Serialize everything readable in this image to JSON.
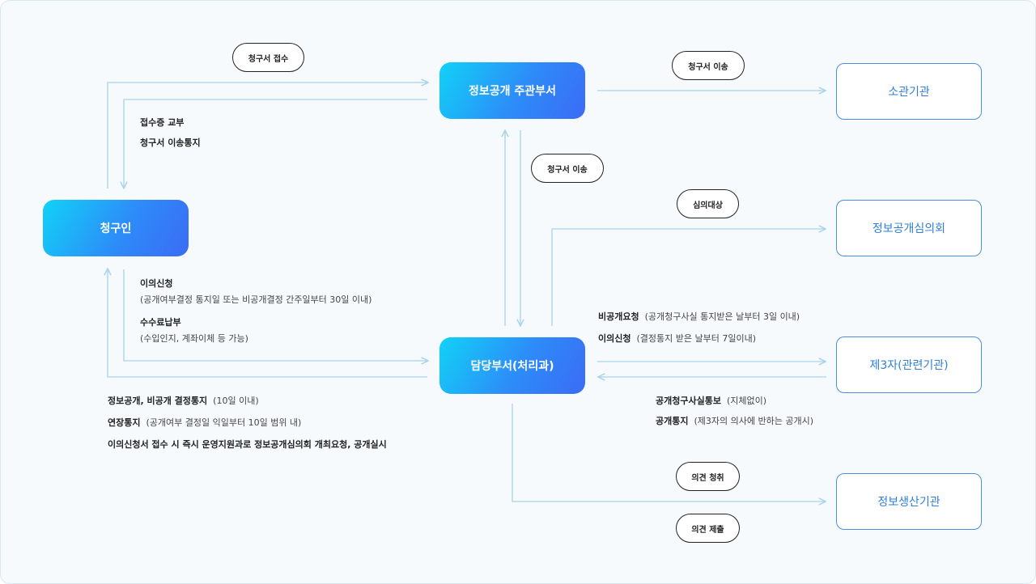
{
  "nodes": {
    "applicant": "청구인",
    "main_dept": "정보공개 주관부서",
    "handling_dept": "담당부서(처리과)",
    "competent_agency": "소관기관",
    "disclosure_committee": "정보공개심의회",
    "third_party": "제3자(관련기관)",
    "producing_agency": "정보생산기관"
  },
  "pills": {
    "receive_request": "청구서 접수",
    "transfer_request_top": "청구서 이송",
    "transfer_request_mid": "청구서 이송",
    "review_target": "심의대상",
    "hear_opinion": "의견 청취",
    "submit_opinion": "의견 제출"
  },
  "labels": {
    "receipt_issue": "접수증 교부",
    "transfer_notice": "청구서 이송통지",
    "objection_title": "이의신청",
    "objection_detail": "(공개여부결정 통지일 또는 비공개결정 간주일부터 30일 이내)",
    "fee_title": "수수료납부",
    "fee_detail": "(수입인지, 계좌이체 등 가능)",
    "decision_notice_title": "정보공개, 비공개 결정통지",
    "decision_notice_detail": "(10일 이내)",
    "extension_title": "연장통지",
    "extension_detail": "(공개여부 결정일 익일부터 10일 범위 내)",
    "objection_process": "이의신청서 접수 시 즉시 운영지원과로 정보공개심의회 개최요청, 공개실시",
    "nondisclosure_req_title": "비공개요청",
    "nondisclosure_req_detail": "(공개청구사실 통지받은 날부터 3일 이내)",
    "tp_objection_title": "이의신청",
    "tp_objection_detail": "(결정통지 받은 날부터 7일이내)",
    "request_fact_title": "공개청구사실통보",
    "request_fact_detail": "(지체없이)",
    "disclosure_notice_title": "공개통지",
    "disclosure_notice_detail": "(제3자의 의사에 반하는 공개시)"
  },
  "colors": {
    "connector": "#a9d3e8",
    "outline_border": "#4a8ee0",
    "outline_text": "#2f7fd8",
    "gradient_start": "#11d2f7",
    "gradient_end": "#3b6bf5"
  }
}
